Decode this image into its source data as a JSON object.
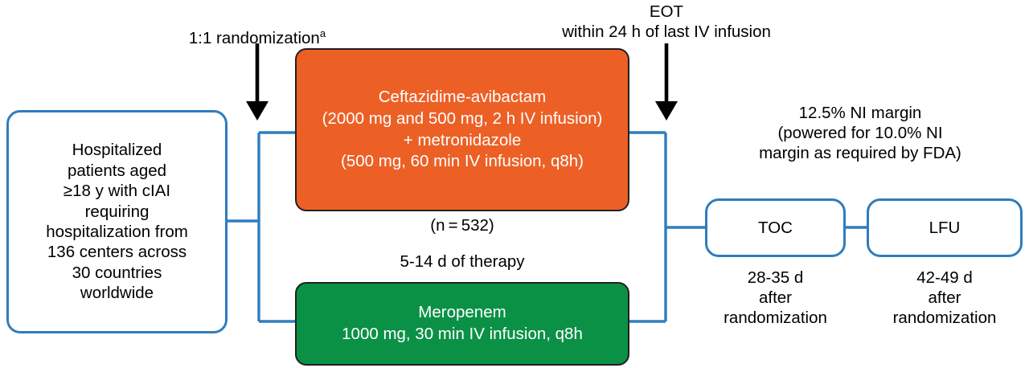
{
  "diagram": {
    "type": "clinical-trial-flow",
    "colors": {
      "connector_blue": "#2E7DBE",
      "arm_orange": "#EC6026",
      "arm_green": "#0B9146",
      "arrow_black": "#000000",
      "box_outline": "#231f20",
      "background": "#FFFFFF"
    },
    "annotations": {
      "randomization_label": "1:1 randomization",
      "randomization_superscript": "a",
      "eot_label": "EOT\nwithin 24 h of last IV infusion",
      "ni_margin_note": "12.5% NI margin\n(powered for 10.0% NI\nmargin as required by FDA)"
    },
    "enrollment_box": {
      "text": "Hospitalized\npatients aged\n≥18 y with cIAI\nrequiring\nhospitalization from\n136 centers across\n30 countries\nworldwide"
    },
    "arms": [
      {
        "id": "ceftazidime-avibactam",
        "name": "Ceftazidime-avibactam",
        "text": "Ceftazidime-avibactam\n(2000 mg and 500 mg, 2 h IV infusion)\n+ metronidazole\n(500 mg, 60 min IV infusion, q8h)",
        "n_caption": "(n = 532)",
        "color": "#EC6026"
      },
      {
        "id": "meropenem",
        "name": "Meropenem",
        "text": "Meropenem\n1000 mg, 30 min IV infusion, q8h",
        "n_caption": "",
        "color": "#0B9146"
      }
    ],
    "therapy_duration": "5-14 d of therapy",
    "followup": [
      {
        "id": "toc",
        "label": "TOC",
        "caption": "28-35 d\nafter\nrandomization"
      },
      {
        "id": "lfu",
        "label": "LFU",
        "caption": "42-49 d\nafter\nrandomization"
      }
    ]
  }
}
